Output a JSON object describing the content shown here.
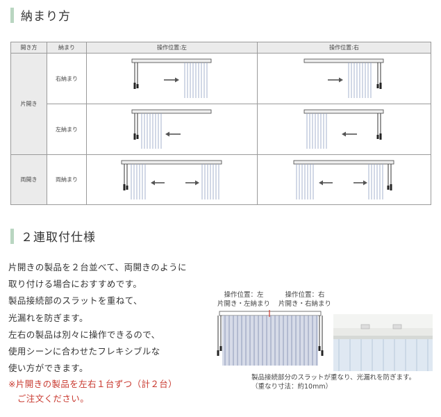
{
  "section1": {
    "title": "納まり方"
  },
  "table": {
    "headers": {
      "opening": "開き方",
      "storage": "納まり",
      "op_left": "操作位置:左",
      "op_right": "操作位置:右"
    },
    "rows": {
      "single": "片開き",
      "right_storage": "右納まり",
      "left_storage": "左納まり",
      "double": "両開き",
      "both_storage": "両納まり"
    }
  },
  "section2": {
    "title": "２連取付仕様"
  },
  "description": {
    "lines": [
      "片開きの製品を２台並べて、両開きのように",
      "取り付ける場合におすすめです。",
      "製品接続部のスラットを重ねて、",
      "光漏れを防ぎます。",
      "左右の製品は別々に操作できるので、",
      "使用シーンに合わせたフレキシブルな",
      "使い方ができます。"
    ],
    "note": [
      "※片開きの製品を左右１台ずつ（計２台）",
      "　ご注文ください。"
    ]
  },
  "diagram": {
    "left_label": [
      "操作位置：左",
      "片開き・左納まり"
    ],
    "right_label": [
      "操作位置：右",
      "片開き・右納まり"
    ],
    "caption": [
      "製品接続部分のスラットが重なり、光漏れを防ぎます。",
      "（重なり寸法：約10mm）"
    ]
  },
  "colors": {
    "accent_bar": "#b9d6c1",
    "note_red": "#c8372d",
    "header_bg": "#ebebeb",
    "slat_blue": "#9aa9c9"
  }
}
